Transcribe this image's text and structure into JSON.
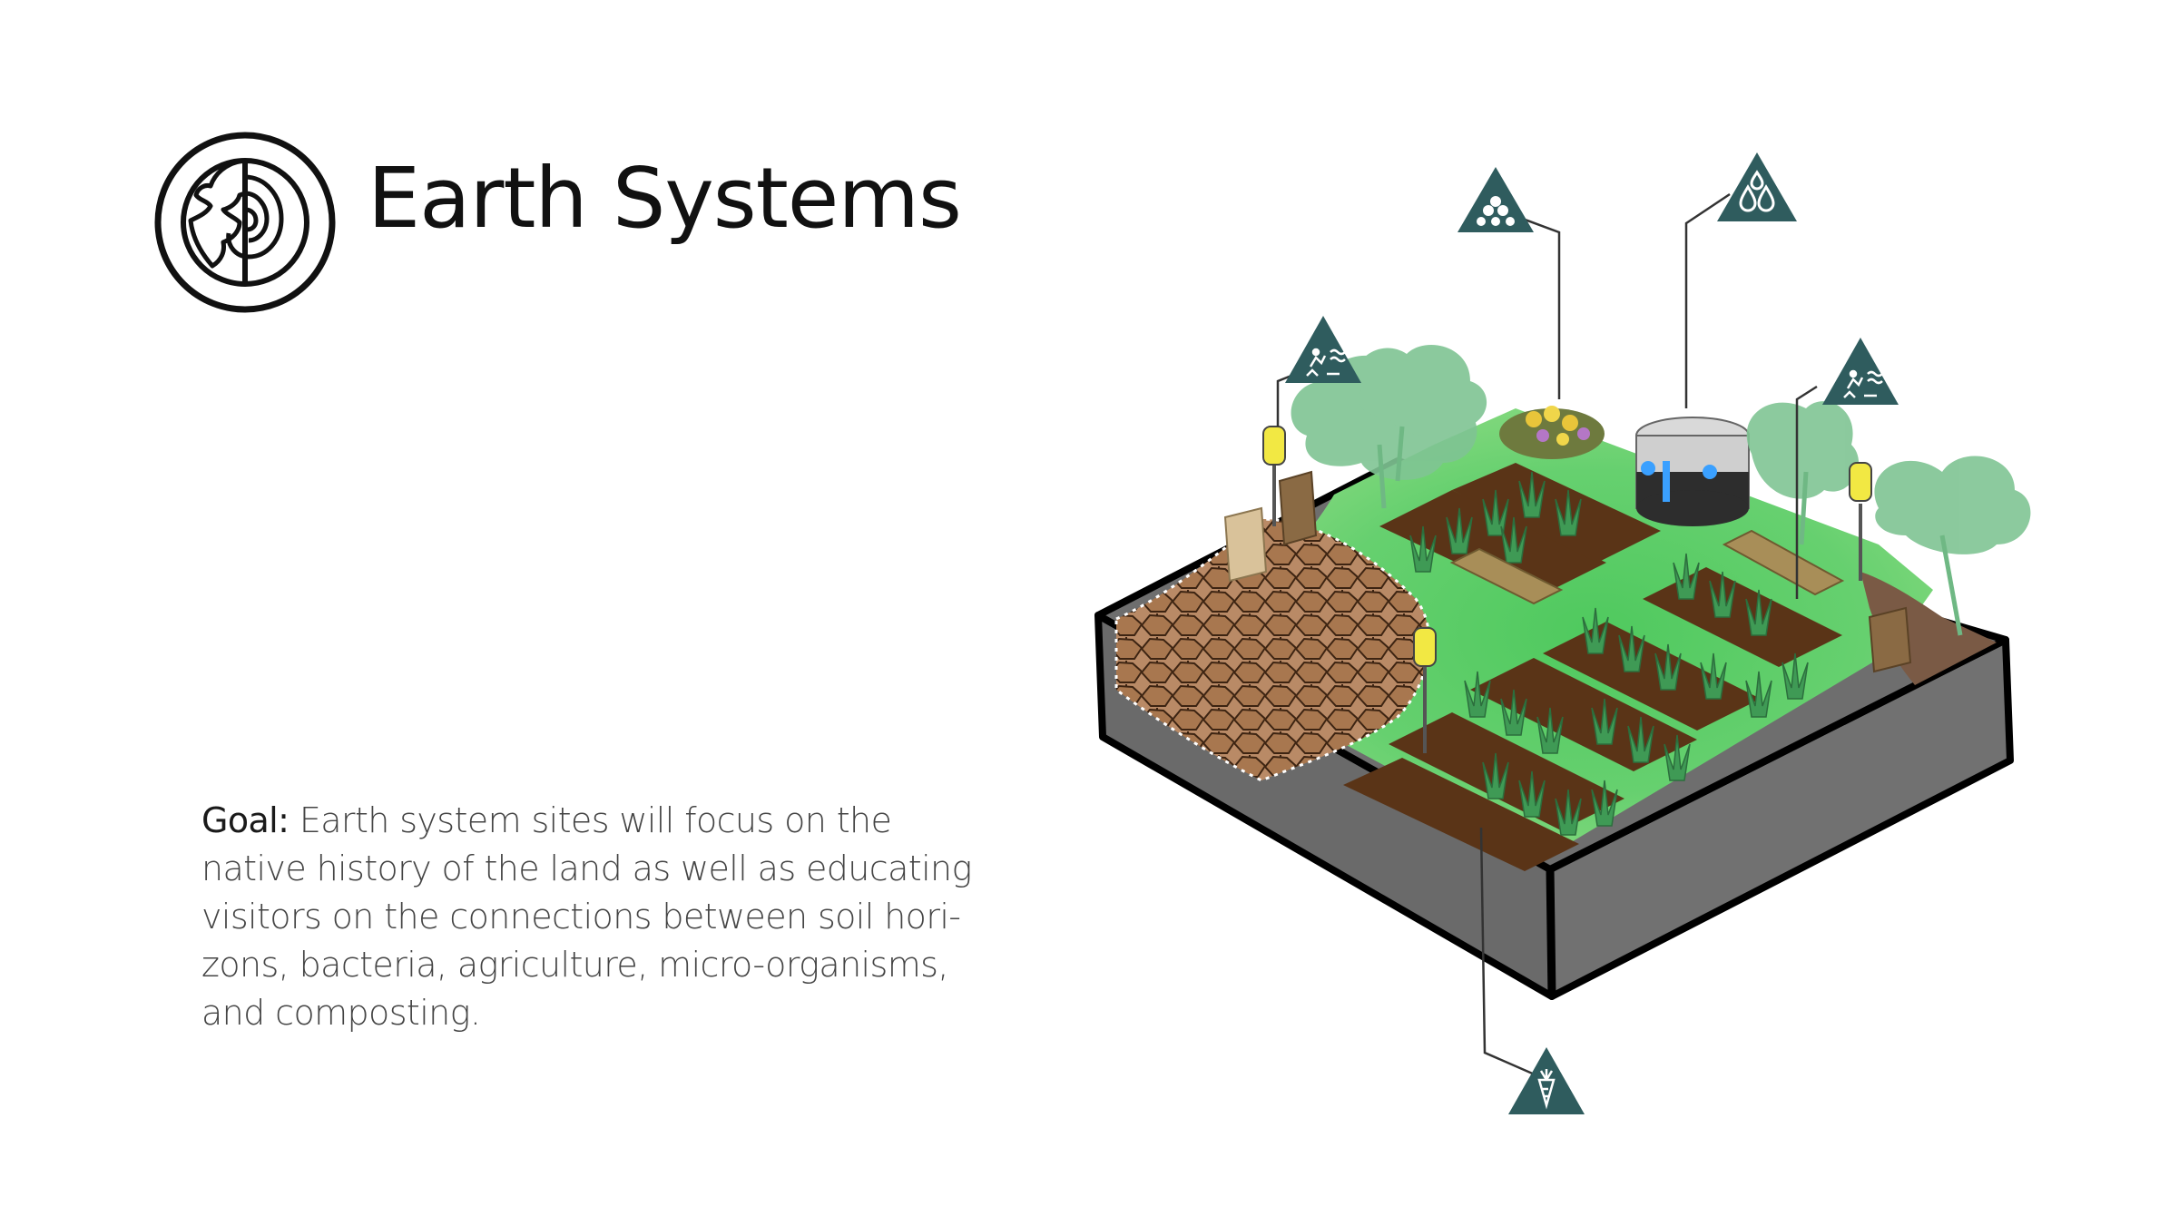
{
  "header": {
    "title": "Earth Systems",
    "icon": "earth-spiral-icon"
  },
  "goal": {
    "label": "Goal:",
    "lines": [
      " Earth system sites will focus on the",
      "native history of the land as well as educating",
      "visitors on the connections between soil hori-",
      "zons, bacteria, agriculture, micro-organisms,",
      "and composting."
    ]
  },
  "callouts": [
    {
      "id": "flowers",
      "icon": "flowers-icon"
    },
    {
      "id": "water",
      "icon": "water-drops-icon"
    },
    {
      "id": "recreation-left",
      "icon": "recreation-icon"
    },
    {
      "id": "recreation-right",
      "icon": "recreation-icon"
    },
    {
      "id": "vegetables",
      "icon": "carrot-icon"
    }
  ],
  "colors": {
    "callout": "#2f5c5e",
    "grass": "#5fcf6a",
    "soil": "#5a3417",
    "wall": "#6b6b6b",
    "tree": "#7fc493",
    "light": "#f2e843"
  }
}
